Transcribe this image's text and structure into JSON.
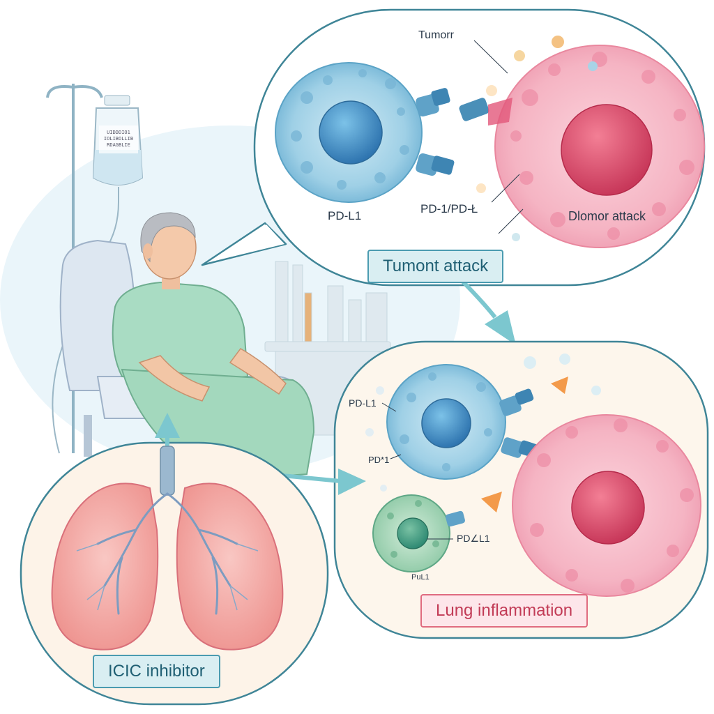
{
  "labels": {
    "tumor_top": "Tumorr",
    "pd_l1_top": "PD-L1",
    "pd1_pdl": "PD-1/PD-Ł",
    "dlomor_attack": "Dlomor attack",
    "tumont_attack": "Tumont attack",
    "pd_l1_lower": "PD-L1",
    "pd_lower_small": "PD*1",
    "pd_l1_green": "PD∠L1",
    "pu_small": "PuL1",
    "lung_inflammation": "Lung inflammation",
    "icic_inhibitor": "ICIC inhibitor",
    "iv_bottle_text": "UIDDDIO1 IOLIBOLLIB RDAGBLIE"
  },
  "colors": {
    "bubble_stroke": "#3f8597",
    "immune_blue": "#8ec9e0",
    "tumor_pink": "#f3a8b8",
    "nucleus_red": "#d9536e",
    "nucleus_blue": "#3b86bd",
    "lung_pink": "#f2a9a6",
    "gown_green": "#9fd6b8",
    "arrow_teal": "#7cc7cf"
  },
  "icons": [
    "iv-bag-icon",
    "patient-figure",
    "lung-icon",
    "t-cell-icon",
    "tumor-cell-icon",
    "arrow-icon"
  ]
}
